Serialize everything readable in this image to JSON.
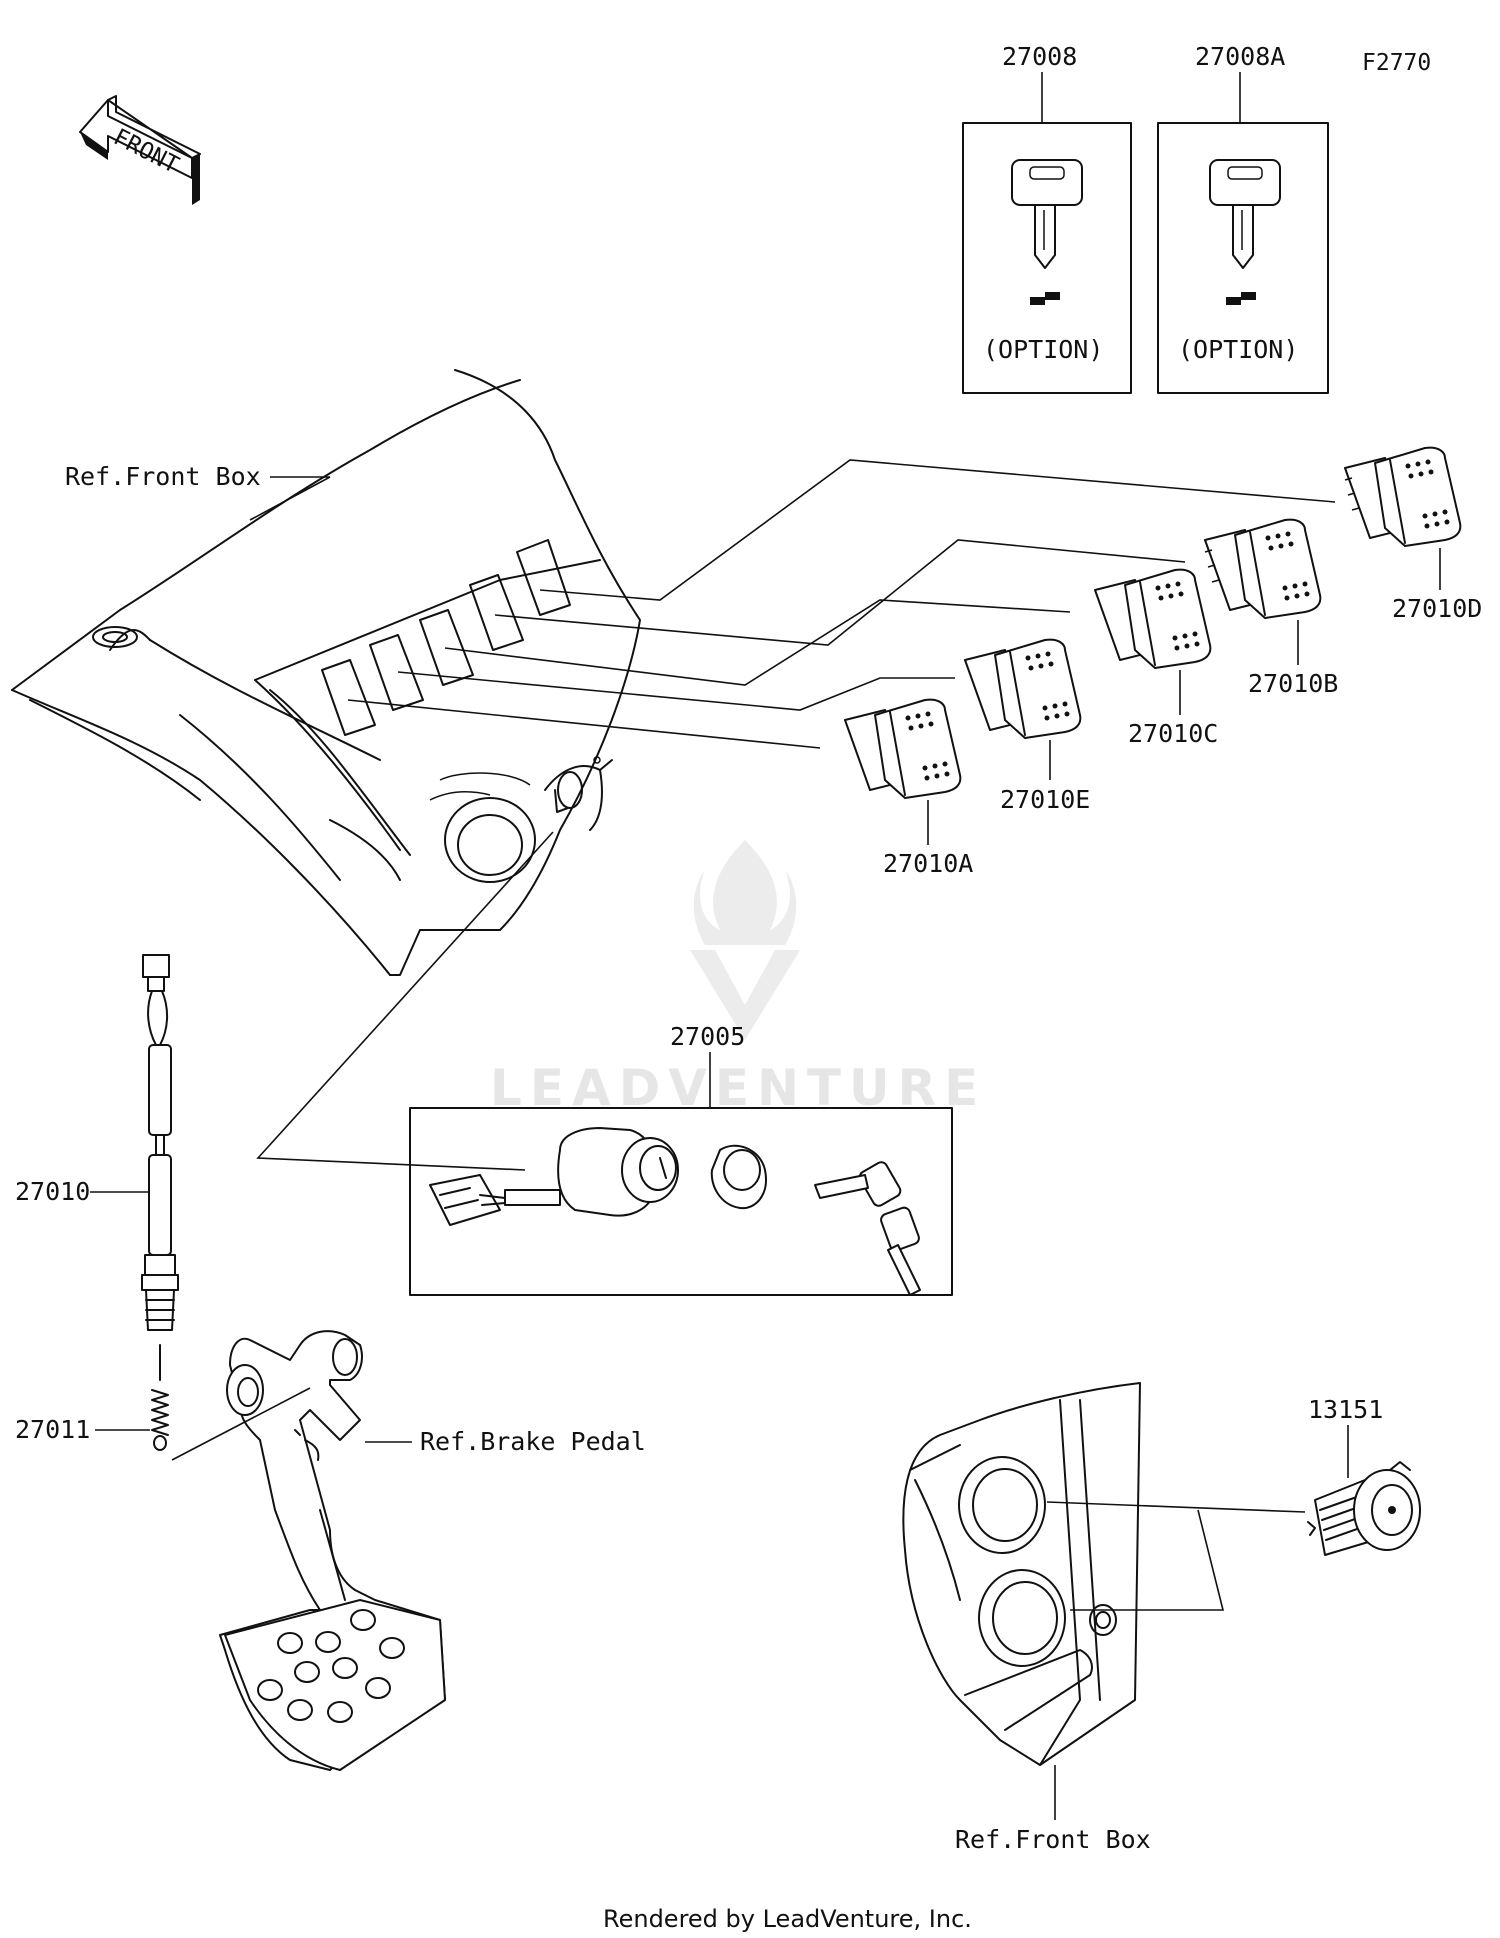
{
  "figure_code": "F2770",
  "front_arrow_label": "FRONT",
  "watermark": "LEADVENTURE",
  "footer": "Rendered by LeadVenture, Inc.",
  "option_boxes": [
    {
      "part": "27008",
      "note": "(OPTION)"
    },
    {
      "part": "27008A",
      "note": "(OPTION)"
    }
  ],
  "refs": {
    "front_box_top": "Ref.Front Box",
    "front_box_bottom": "Ref.Front Box",
    "brake_pedal": "Ref.Brake Pedal"
  },
  "switch_labels": {
    "a": "27010A",
    "e": "27010E",
    "c": "27010C",
    "b": "27010B",
    "d": "27010D"
  },
  "parts": {
    "ignition_kit": "27005",
    "brake_switch": "27010",
    "spring": "27011",
    "socket": "13151"
  }
}
